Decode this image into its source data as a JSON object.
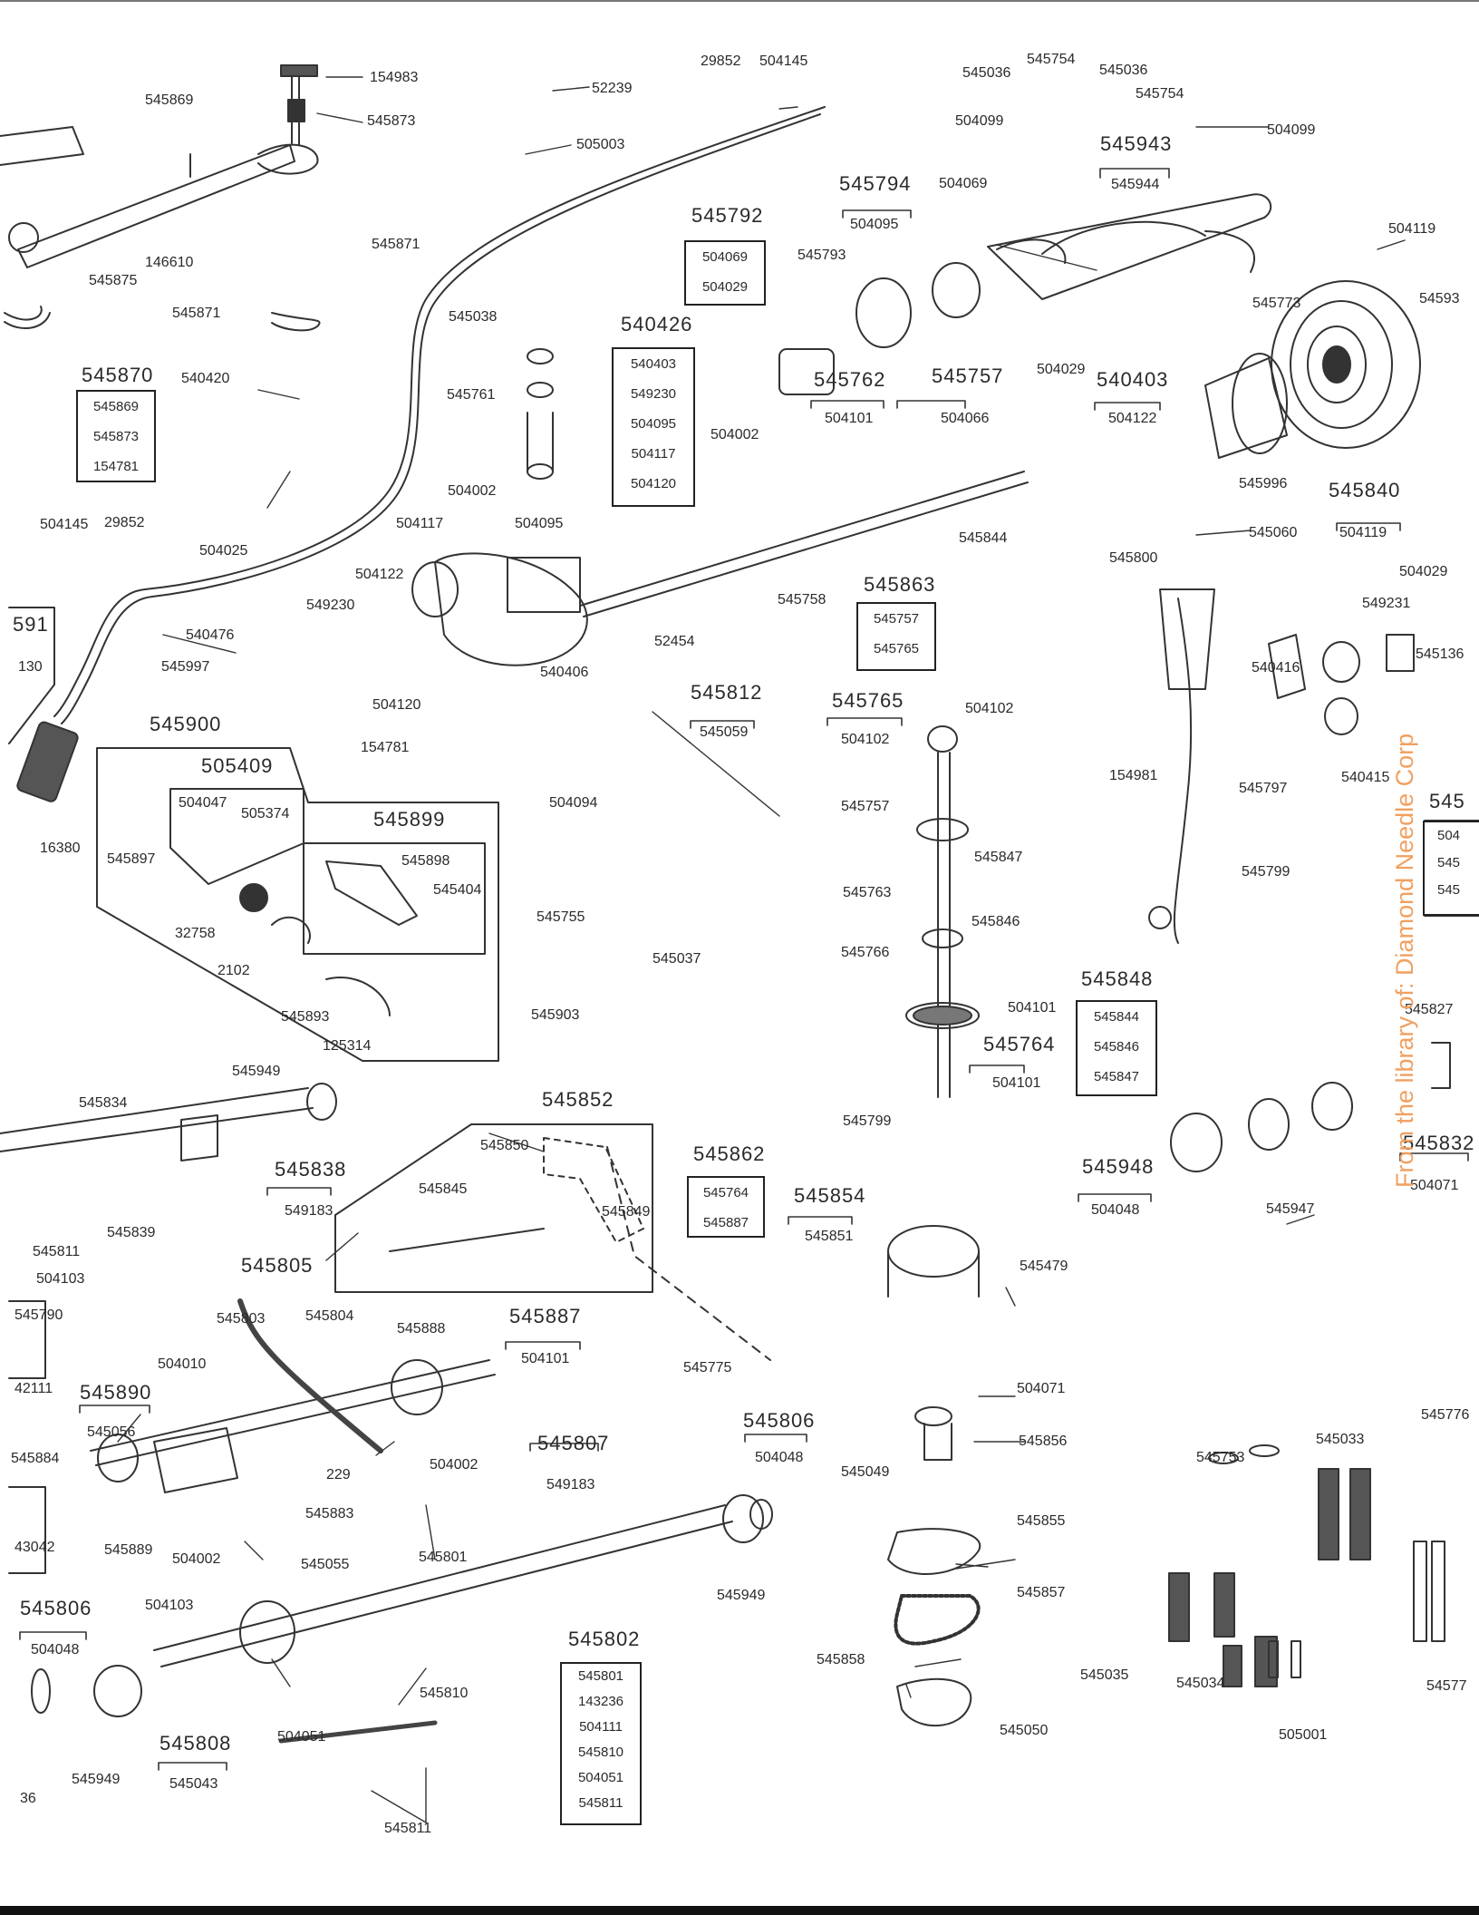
{
  "watermark": "From the library of: Diamond Needle Corp",
  "accent_color": "#f0a060",
  "labels": {
    "p154983": "154983",
    "p545869": "545869",
    "p545873": "545873",
    "p146610": "146610",
    "p545875": "545875",
    "p545871": "545871",
    "p545871b": "545871",
    "p52239": "52239",
    "p505003": "505003",
    "p29852a": "29852",
    "p504145a": "504145",
    "p545036a": "545036",
    "p545754a": "545754",
    "p545036b": "545036",
    "p545754b": "545754",
    "p504099a": "504099",
    "p504099b": "504099",
    "p545943": "545943",
    "p545944": "545944",
    "p545794": "545794",
    "p504069a": "504069",
    "p504095a": "504095",
    "p545793": "545793",
    "p545773": "545773",
    "p504119a": "504119",
    "p545931": "54593",
    "p540420": "540420",
    "p545761": "545761",
    "p545038": "545038",
    "p545762": "545762",
    "p504101a": "504101",
    "p545757": "545757",
    "p504066": "504066",
    "p504029a": "504029",
    "p540403": "540403",
    "p504122a": "504122",
    "p504002a": "504002",
    "p545996": "545996",
    "p545840": "545840",
    "p504119b": "504119",
    "p504145b": "504145",
    "p29852b": "29852",
    "p504025": "504025",
    "p504002b": "504002",
    "p504117": "504117",
    "p504095b": "504095",
    "p504122b": "504122",
    "p545758": "545758",
    "p545844a": "545844",
    "p545060": "545060",
    "p545800": "545800",
    "p504029b": "504029",
    "p549231": "549231",
    "p545136": "545136",
    "p549230": "549230",
    "p540476": "540476",
    "p545997": "545997",
    "p540406": "540406",
    "p52454": "52454",
    "p545812": "545812",
    "p545059": "545059",
    "p545765a": "545765",
    "p504102a": "504102",
    "p504102b": "504102",
    "p540416": "540416",
    "p154981": "154981",
    "p540415": "540415",
    "p504120": "504120",
    "p545900": "545900",
    "p505409": "505409",
    "p154781": "154781",
    "p504094": "504094",
    "p545757b": "545757",
    "p545897": "545897",
    "p504047": "504047",
    "p505374": "505374",
    "p545899": "545899",
    "p545898": "545898",
    "p545404": "545404",
    "p16380": "16380",
    "p32758": "32758",
    "p2102": "2102",
    "p545893": "545893",
    "p125314": "125314",
    "p545755": "545755",
    "p545037": "545037",
    "p545763": "545763",
    "p545847a": "545847",
    "p545846a": "545846",
    "p545766": "545766",
    "p545797": "545797",
    "p545799a": "545799",
    "p545903": "545903",
    "p504101c": "504101",
    "p545764": "545764",
    "p504101d": "504101",
    "p545848": "545848",
    "p545827": "545827",
    "p545949a": "545949",
    "p545834": "545834",
    "p545838": "545838",
    "p549183a": "549183",
    "p545839": "545839",
    "p545811a": "545811",
    "p504103a": "504103",
    "p545852": "545852",
    "p545850": "545850",
    "p545845": "545845",
    "p545849": "545849",
    "p545799b": "545799",
    "p545862": "545862",
    "p545854": "545854",
    "p545851": "545851",
    "p545948": "545948",
    "p504048a": "504048",
    "p545947": "545947",
    "p545832": "545832",
    "p504071a": "504071",
    "p545479": "545479",
    "p545805": "545805",
    "p545803": "545803",
    "p545804": "545804",
    "p545888": "545888",
    "p545887": "545887",
    "p504101e": "504101",
    "p545790": "545790",
    "p504010": "504010",
    "p545775": "545775",
    "p504071b": "504071",
    "p42111": "42111",
    "p545890": "545890",
    "p545056": "545056",
    "p545884": "545884",
    "p229": "229",
    "p545883": "545883",
    "p504002c": "504002",
    "p545856": "545856",
    "p545806a": "545806",
    "p545807": "545807",
    "p549183b": "549183",
    "p504048b": "504048",
    "p545049": "545049",
    "p545776": "545776",
    "p545753": "545753",
    "p545033": "545033",
    "p43042": "43042",
    "p545889": "545889",
    "p504002d": "504002",
    "p545055": "545055",
    "p545801": "545801",
    "p545949b": "545949",
    "p545855": "545855",
    "p545806b": "545806",
    "p504048c": "504048",
    "p504103b": "504103",
    "p545857": "545857",
    "p545035": "545035",
    "p545034": "545034",
    "p545858": "545858",
    "p545810": "545810",
    "p504051": "504051",
    "p505001": "505001",
    "p545777": "54577",
    "p545808": "545808",
    "p545043": "545043",
    "p545949c": "545949",
    "p545050": "545050",
    "p545811b": "545811",
    "p36": "36",
    "p591": "591",
    "p130": "130",
    "p545r": "545"
  },
  "boxes": {
    "b545870": {
      "title": "545870",
      "items": [
        "545869",
        "545873",
        "154781"
      ]
    },
    "b545792": {
      "title": "545792",
      "items": [
        "504069",
        "504029"
      ]
    },
    "b540426": {
      "title": "540426",
      "items": [
        "540403",
        "549230",
        "504095",
        "504117",
        "504120"
      ]
    },
    "b545863": {
      "title": "545863",
      "items": [
        "545757",
        "545765"
      ]
    },
    "b545848": {
      "title": "",
      "items": [
        "545844",
        "545846",
        "545847"
      ]
    },
    "b545862": {
      "title": "",
      "items": [
        "545764",
        "545887"
      ]
    },
    "b545802": {
      "title": "545802",
      "items": [
        "545801",
        "143236",
        "504111",
        "545810",
        "504051",
        "545811"
      ]
    },
    "bRight": {
      "title": "",
      "items": [
        "504",
        "545",
        "545"
      ]
    }
  }
}
